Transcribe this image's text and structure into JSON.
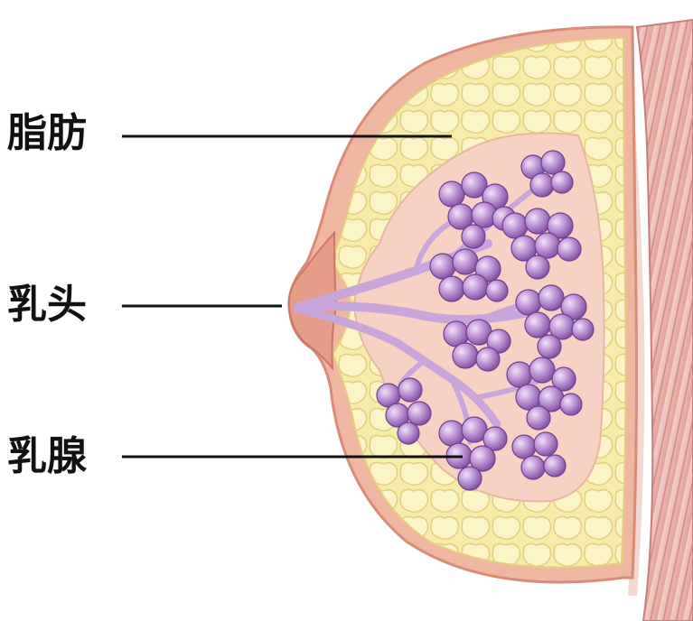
{
  "labels": {
    "fat": "脂肪",
    "nipple": "乳头",
    "gland": "乳腺"
  },
  "colors": {
    "skin": "#efb6a2",
    "skin_dark": "#d98c78",
    "fat": "#f7edaa",
    "fat_edge": "#e2cf7f",
    "tissue": "#f6d2c4",
    "lobule": "#9a67b8",
    "lobule_light": "#d2b7e6",
    "duct": "#c7a6dc",
    "muscle": "#e7a7a2",
    "line": "#111111"
  }
}
